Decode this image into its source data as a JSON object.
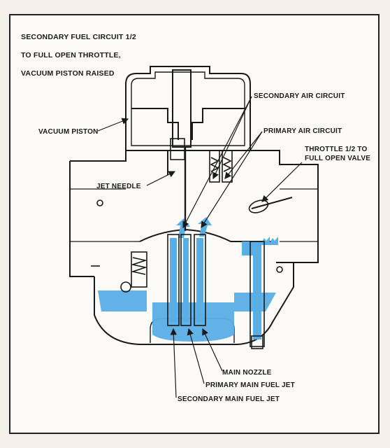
{
  "caption": {
    "line1": "SECONDARY FUEL CIRCUIT 1/2",
    "line2": "TO FULL OPEN THROTTLE,",
    "line3": "VACUUM PISTON RAISED"
  },
  "labels": {
    "vacuum_piston": "VACUUM PISTON",
    "jet_needle": "JET NEEDLE",
    "secondary_air_circuit": "SECONDARY AIR CIRCUIT",
    "primary_air_circuit": "PRIMARY AIR CIRCUIT",
    "throttle_line1": "THROTTLE 1/2 TO",
    "throttle_line2": "FULL OPEN VALVE",
    "main_nozzle": "MAIN NOZZLE",
    "primary_main_fuel_jet": "PRIMARY MAIN FUEL JET",
    "secondary_main_fuel_jet": "SECONDARY MAIN FUEL JET"
  },
  "colors": {
    "fuel": "#5aaee6",
    "line": "#1a1a1a",
    "background": "#fbfaf6"
  }
}
